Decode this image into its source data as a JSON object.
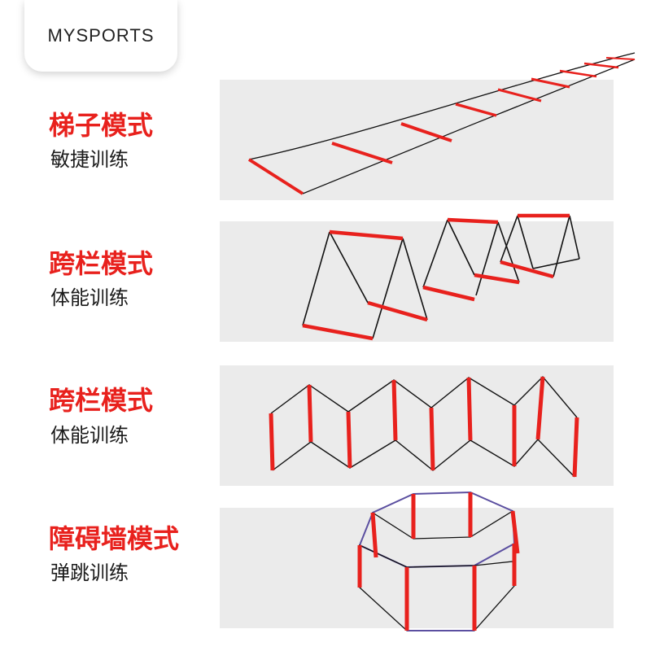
{
  "brand": "MYSPORTS",
  "colors": {
    "accent": "#e8211d",
    "panel": "#ebebeb",
    "rung": "#e8211d",
    "rope": "#111111"
  },
  "modes": [
    {
      "title": "梯子模式",
      "subtitle": "敏捷训练"
    },
    {
      "title": "跨栏模式",
      "subtitle": "体能训练"
    },
    {
      "title": "跨栏模式",
      "subtitle": "体能训练"
    },
    {
      "title": "障碍墙模式",
      "subtitle": "弹跳训练"
    }
  ]
}
